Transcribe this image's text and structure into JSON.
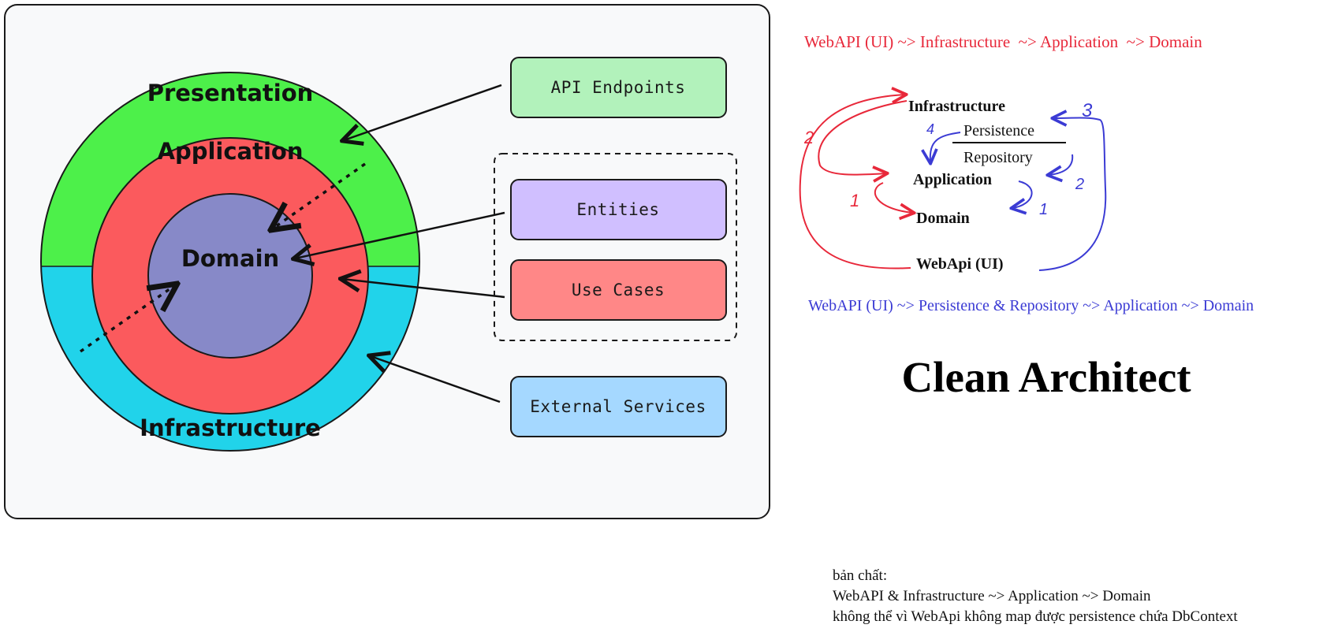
{
  "diagram": {
    "rings": {
      "presentation": "Presentation",
      "application": "Application",
      "domain": "Domain",
      "infrastructure": "Infrastructure"
    },
    "boxes": {
      "api_endpoints": "API Endpoints",
      "entities": "Entities",
      "use_cases": "Use Cases",
      "external_services": "External Services"
    },
    "colors": {
      "presentation": "#4df04a",
      "application": "#fb5a5d",
      "domain": "#8789c8",
      "infrastructure": "#21d3ea",
      "api_endpoints_box": "#b2f2bb",
      "entities_box": "#d0bfff",
      "use_cases_box": "#ff8787",
      "external_services_box": "#a5d8ff"
    }
  },
  "notes": {
    "red_flow": "WebAPI (UI) ~> Infrastructure  ~> Application  ~> Domain",
    "blue_flow": "WebAPI (UI) ~> Persistence & Repository ~> Application ~> Domain",
    "sketch": {
      "infrastructure": "Infrastructure",
      "persistence": "Persistence",
      "repository": "Repository",
      "application": "Application",
      "domain": "Domain",
      "webapi": "WebApi (UI)",
      "num_red_2": "2",
      "num_red_1": "1",
      "num_blue_3": "3",
      "num_blue_4": "4",
      "num_blue_2": "2",
      "num_blue_1": "1"
    },
    "title": "Clean Architect",
    "essence": {
      "line1": "bản chất:",
      "line2": "WebAPI & Infrastructure ~> Application ~> Domain",
      "line3": "không thể vì WebApi không map được persistence chứa DbContext"
    }
  }
}
